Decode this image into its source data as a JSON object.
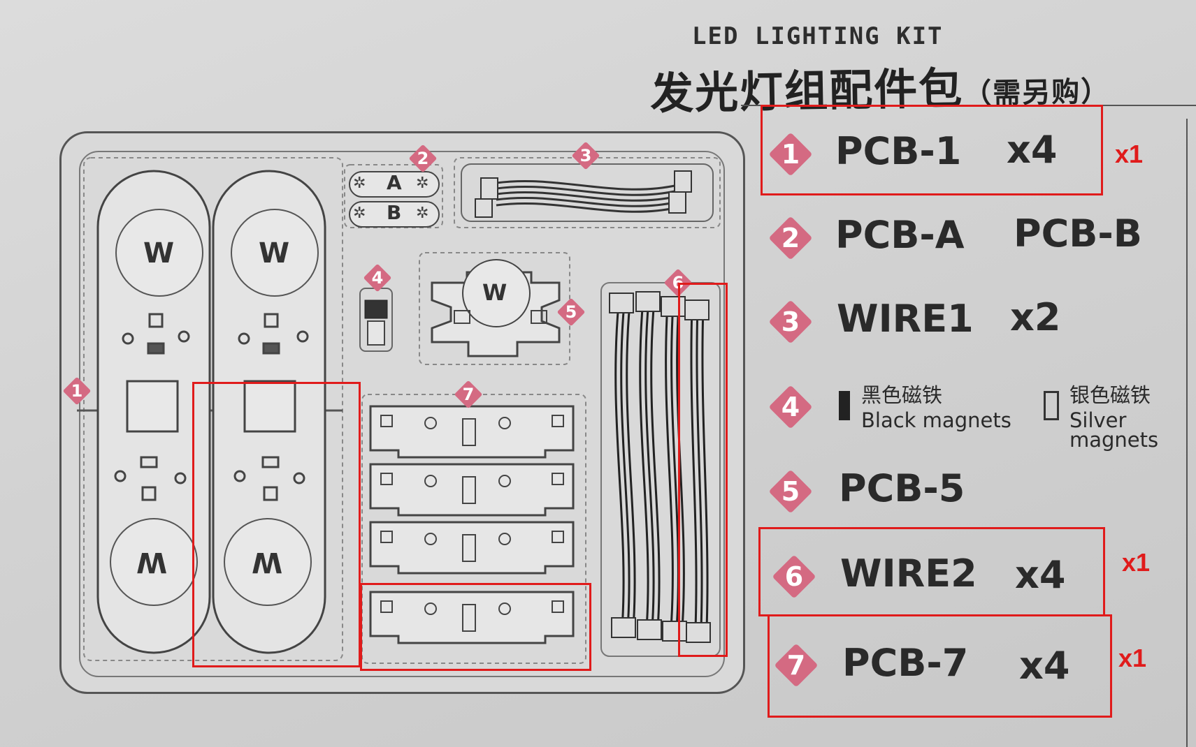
{
  "title": {
    "english": "LED LIGHTING KIT",
    "chinese": "发光灯组配件包",
    "chinese_note": "（需另购）"
  },
  "sheet": {
    "badges": [
      "1",
      "2",
      "3",
      "4",
      "5",
      "6",
      "7"
    ],
    "pcb_a_label": "A",
    "pcb_b_label": "B",
    "led_marks": [
      "W",
      "W",
      "W",
      "W",
      "W"
    ]
  },
  "legend": [
    {
      "num": "1",
      "name": "PCB-1",
      "qty": "x4"
    },
    {
      "num": "2",
      "name": "PCB-A",
      "qty": "PCB-B"
    },
    {
      "num": "3",
      "name": "WIRE1",
      "qty": "x2"
    },
    {
      "num": "4",
      "black_cn": "黑色磁铁",
      "black_en": "Black magnets",
      "silver_cn": "银色磁铁",
      "silver_en_1": "Silver",
      "silver_en_2": "magnets"
    },
    {
      "num": "5",
      "name": "PCB-5"
    },
    {
      "num": "6",
      "name": "WIRE2",
      "qty": "x4"
    },
    {
      "num": "7",
      "name": "PCB-7",
      "qty": "x4"
    }
  ],
  "annotations": {
    "color": "#e01b1b",
    "labels": [
      "x1",
      "x1",
      "x1"
    ]
  }
}
